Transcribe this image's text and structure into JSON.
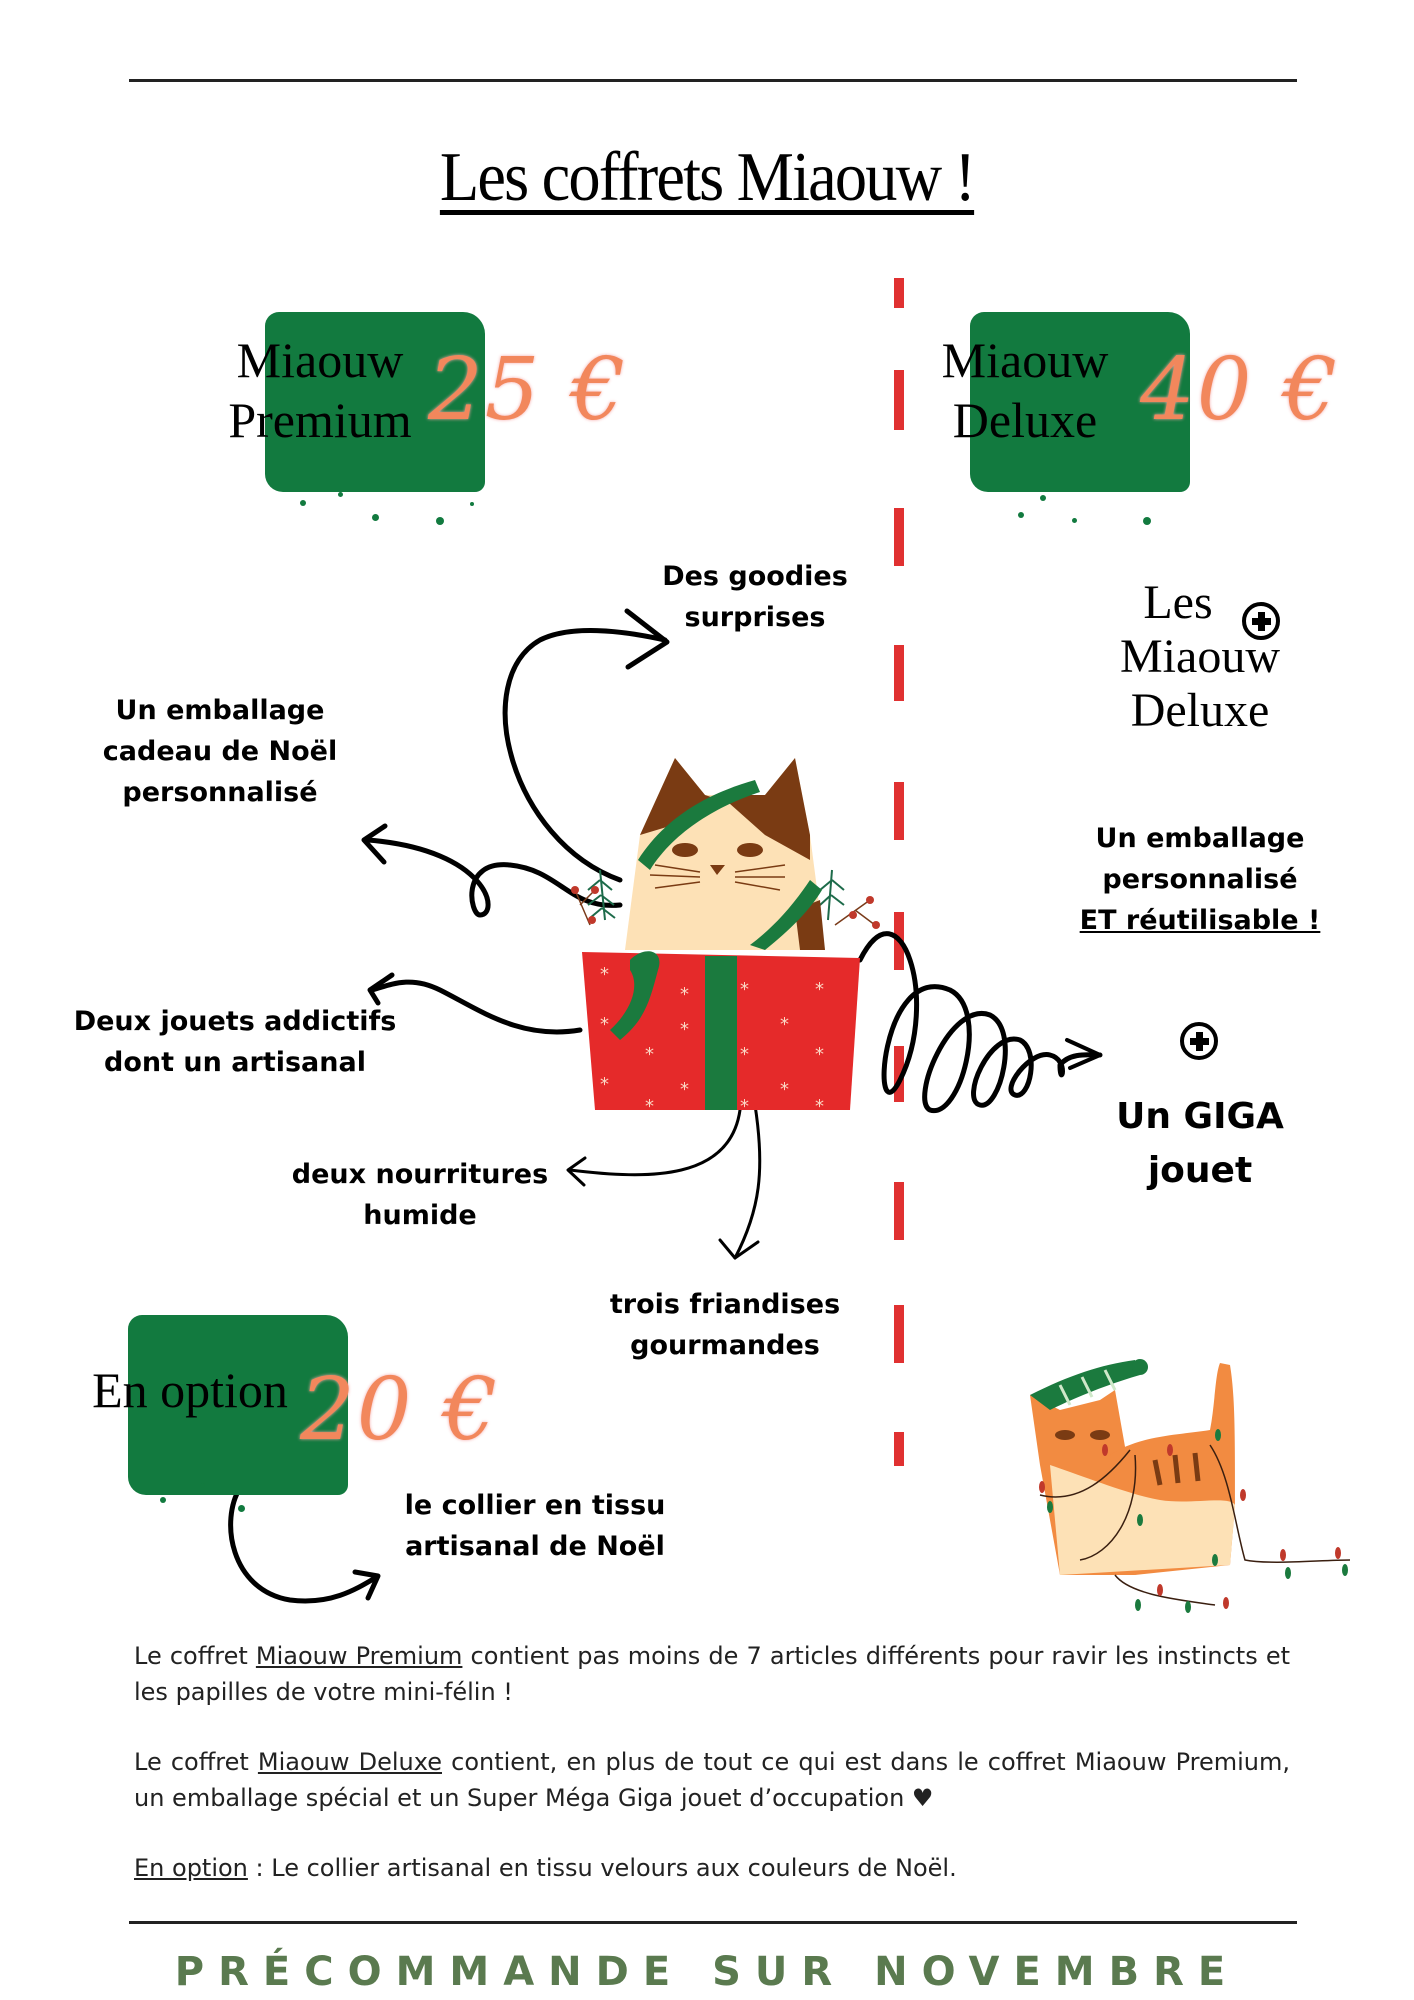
{
  "page": {
    "title": "Les coffrets Miaouw !",
    "accent_colors": {
      "green": "#127a3f",
      "red": "#e03131",
      "orange_price": "#f2875c",
      "footer_green": "#5a7a4f"
    }
  },
  "premium": {
    "name_line1": "Miaouw",
    "name_line2": "Premium",
    "price": "25 €"
  },
  "deluxe": {
    "name_line1": "Miaouw",
    "name_line2": "Deluxe",
    "price": "40 €",
    "extras_heading_line1": "Les",
    "extras_heading_line2": "Miaouw",
    "extras_heading_line3": "Deluxe",
    "extra1_line1": "Un emballage",
    "extra1_line2": "personnalisé",
    "extra1_line3": "ET réutilisable !",
    "extra2_line1": "Un  GIGA",
    "extra2_line2": "jouet"
  },
  "contents": {
    "goodies_line1": "Des goodies",
    "goodies_line2": "surprises",
    "wrapping_line1": "Un emballage",
    "wrapping_line2": "cadeau de Noël",
    "wrapping_line3": "personnalisé",
    "toys_line1": "Deux jouets addictifs",
    "toys_line2": "dont un artisanal",
    "food_line1": "deux nourritures",
    "food_line2": "humide",
    "treats_line1": "trois friandises",
    "treats_line2": "gourmandes"
  },
  "option": {
    "label": "En option",
    "price": "20 €",
    "item_line1": "le collier en tissu",
    "item_line2": "artisanal de Noël"
  },
  "description": {
    "p1_prefix": "Le coffret ",
    "p1_link": "Miaouw Premium",
    "p1_suffix": " contient pas moins de 7 articles différents pour ravir les instincts et les papilles de votre mini-félin !",
    "p2_prefix": "Le coffret ",
    "p2_link": "Miaouw Deluxe",
    "p2_suffix": " contient, en plus de tout ce qui est dans le coffret Miaouw Premium, un emballage spécial et un Super Méga Giga jouet d’occupation ♥",
    "p3_link": "En option",
    "p3_suffix": " :  Le collier artisanal en tissu velours aux couleurs de Noël."
  },
  "footer": {
    "text": "PRÉCOMMANDE SUR NOVEMBRE"
  },
  "icons": {
    "plus_circle": "plus-circle-icon",
    "heart": "heart-icon"
  }
}
